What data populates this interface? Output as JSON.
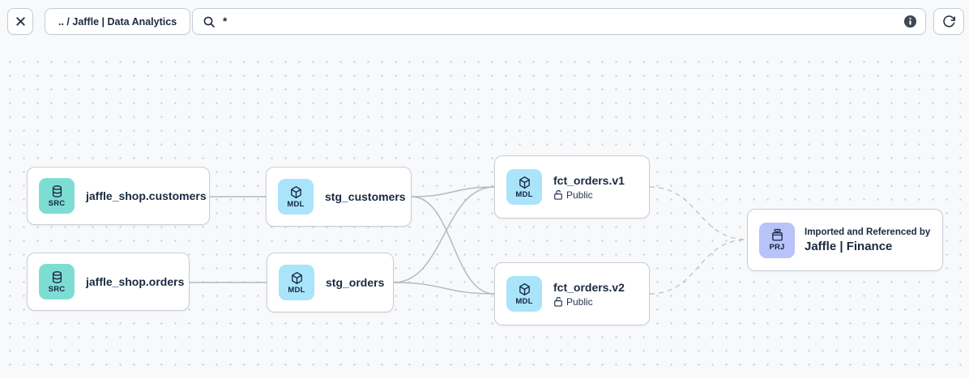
{
  "toolbar": {
    "breadcrumb": ".. / Jaffle | Data Analytics",
    "search_value": "*"
  },
  "nodes": [
    {
      "badge": "SRC",
      "label": "jaffle_shop.customers",
      "type": "source"
    },
    {
      "badge": "SRC",
      "label": "jaffle_shop.orders",
      "type": "source"
    },
    {
      "badge": "MDL",
      "label": "stg_customers",
      "type": "model"
    },
    {
      "badge": "MDL",
      "label": "stg_orders",
      "type": "model"
    },
    {
      "badge": "MDL",
      "label": "fct_orders.v1",
      "access": "Public",
      "type": "model"
    },
    {
      "badge": "MDL",
      "label": "fct_orders.v2",
      "access": "Public",
      "type": "model"
    },
    {
      "badge": "PRJ",
      "subtitle": "Imported and Referenced by",
      "label": "Jaffle | Finance",
      "type": "project"
    }
  ],
  "edges": [
    {
      "from": "jaffle_shop.customers",
      "to": "stg_customers",
      "style": "solid"
    },
    {
      "from": "jaffle_shop.orders",
      "to": "stg_orders",
      "style": "solid"
    },
    {
      "from": "stg_customers",
      "to": "fct_orders.v1",
      "style": "solid"
    },
    {
      "from": "stg_customers",
      "to": "fct_orders.v2",
      "style": "solid"
    },
    {
      "from": "stg_orders",
      "to": "fct_orders.v1",
      "style": "solid"
    },
    {
      "from": "stg_orders",
      "to": "fct_orders.v2",
      "style": "solid"
    },
    {
      "from": "fct_orders.v1",
      "to": "Jaffle | Finance",
      "style": "dashed"
    },
    {
      "from": "fct_orders.v2",
      "to": "Jaffle | Finance",
      "style": "dashed"
    }
  ],
  "colors": {
    "source_badge": "#7eddd3",
    "model_badge": "#a9e4fa",
    "project_badge": "#b8c3f9",
    "edge_solid": "#b2b9c4",
    "edge_dashed": "#bfc5cf",
    "text": "#1a2940",
    "canvas_bg": "#f8f9fa"
  }
}
